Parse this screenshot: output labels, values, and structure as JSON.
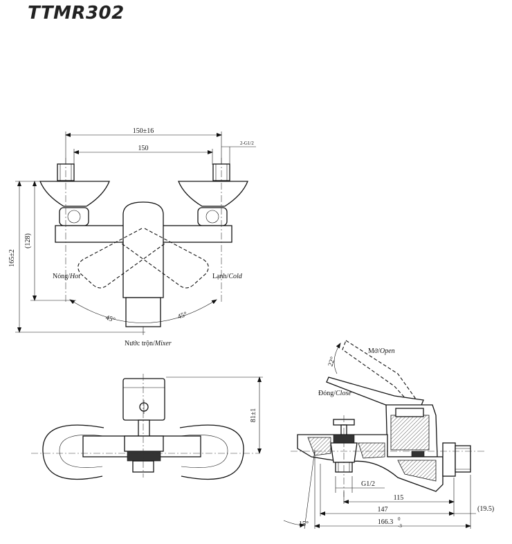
{
  "title": "TTMR302",
  "top_view": {
    "dim_overall_width": "150±16",
    "dim_center_width": "150",
    "dim_thread": "2-G1/2",
    "dim_height": "165±2",
    "dim_height_ref": "(128)",
    "label_hot_vi": "Nóng/",
    "label_hot_en": "Hot",
    "label_cold_vi": "Lạnh/",
    "label_cold_en": "Cold",
    "angle_left": "45°",
    "angle_right": "45°",
    "label_mixer_vi": "Nước trộn/",
    "label_mixer_en": "Mixer"
  },
  "front_view": {
    "dim_height": "81±1"
  },
  "side_view": {
    "label_open_vi": "Mở/",
    "label_open_en": "Open",
    "label_close_vi": "Đóng/",
    "label_close_en": "Close",
    "angle_lever": "22°",
    "angle_spout": "15°",
    "dim_thread": "G1/2",
    "dim_115": "115",
    "dim_147": "147",
    "dim_166": "166.3",
    "dim_166_tol_upper": "0",
    "dim_166_tol_lower": "-3",
    "dim_19_5": "(19.5)"
  }
}
